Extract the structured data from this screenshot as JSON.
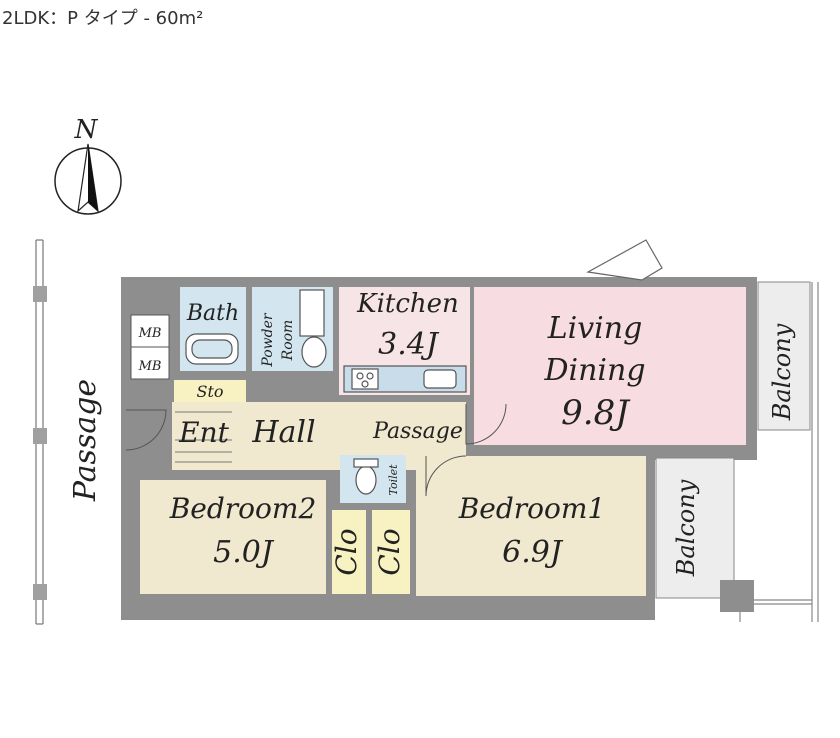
{
  "header": {
    "title": "2LDK：P タイプ - 60m²"
  },
  "compass": {
    "label": "N"
  },
  "corridor": {
    "label": "Passage"
  },
  "rooms": {
    "mb_1": "MB",
    "mb_2": "MB",
    "bath": "Bath",
    "powder_1": "Powder",
    "powder_2": "Room",
    "kitchen": "Kitchen",
    "kitchen_size": "3.4J",
    "living_1": "Living",
    "living_2": "Dining",
    "living_size": "9.8J",
    "balcony_top": "Balcony",
    "storage": "Sto",
    "entrance": "Ent",
    "hall": "Hall",
    "passage": "Passage",
    "toilet": "Toilet",
    "bedroom2": "Bedroom2",
    "bedroom2_size": "5.0J",
    "closet_left": "Clo",
    "closet_right": "Clo",
    "bedroom1": "Bedroom1",
    "bedroom1_size": "6.9J",
    "balcony_bottom": "Balcony"
  },
  "colors": {
    "wall": "#8e8e8e",
    "living": "#f7dde2",
    "kitchen_area": "#f7e4e6",
    "wet_area": "#d3e6f0",
    "bedroom": "#f0e8cf",
    "hall": "#f0e8cf",
    "storage": "#f8f1c2",
    "balcony": "#ededed"
  }
}
